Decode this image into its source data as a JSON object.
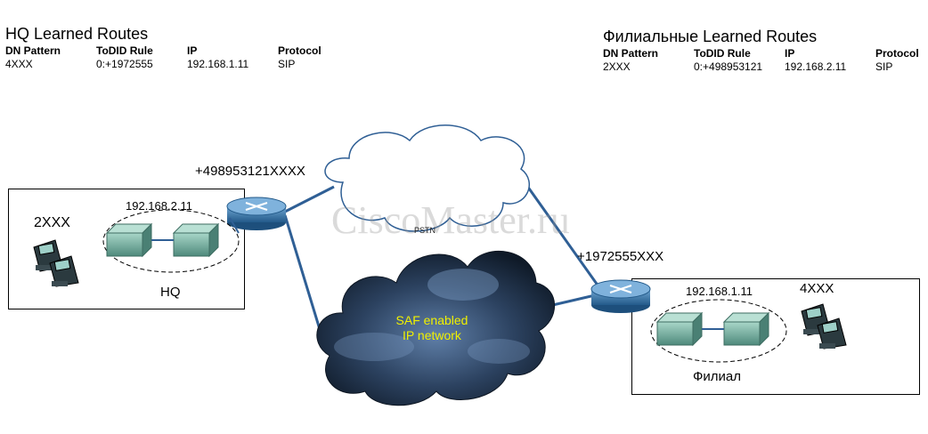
{
  "hq_table": {
    "title": "HQ Learned Routes",
    "headers": [
      "DN Pattern",
      "ToDID Rule",
      "IP",
      "Protocol"
    ],
    "row": [
      "4XXX",
      "0:+1972555",
      "192.168.1.11",
      "SIP"
    ]
  },
  "branch_table": {
    "title": "Филиальные Learned Routes",
    "headers": [
      "DN Pattern",
      "ToDID Rule",
      "IP",
      "Protocol"
    ],
    "row": [
      "2XXX",
      "0:+498953121",
      "192.168.2.11",
      "SIP"
    ]
  },
  "hq_site": {
    "name": "HQ",
    "dn": "2XXX",
    "ip": "192.168.2.11",
    "did": "+498953121XXXX"
  },
  "branch_site": {
    "name": "Филиал",
    "dn": "4XXX",
    "ip": "192.168.1.11",
    "did": "+1972555XXX"
  },
  "pstn": {
    "label": "PSTN"
  },
  "saf_cloud": {
    "line1": "SAF enabled",
    "line2": "IP network"
  },
  "watermark": "CiscoMaster.ru",
  "colors": {
    "router": "#3a7ab0",
    "link": "#2f5f95",
    "server": "#6fa89a",
    "saf_cloud": "#1c2b3e"
  }
}
